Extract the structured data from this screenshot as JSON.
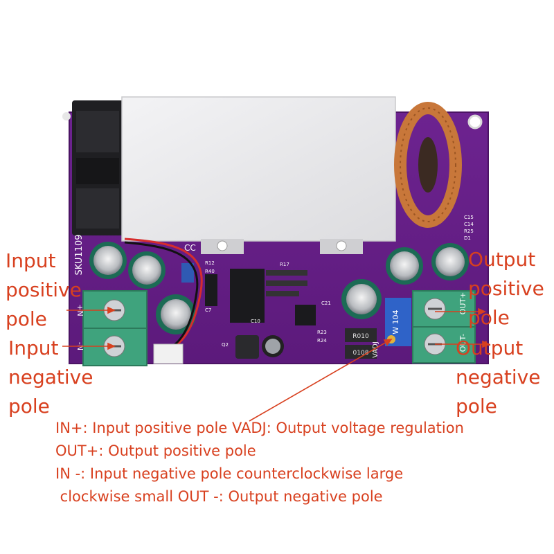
{
  "callouts": {
    "input_positive": [
      "Input",
      "positive",
      "pole"
    ],
    "input_negative": [
      "Input",
      "negative",
      "pole"
    ],
    "output_positive": [
      "Output",
      "positive",
      "pole"
    ],
    "output_negative": [
      "Output",
      "negative",
      "pole"
    ]
  },
  "legend": {
    "line1": "IN+: Input positive pole VADJ: Output voltage regulation",
    "line2": "OUT+: Output positive pole",
    "line3": "IN -: Input negative pole counterclockwise large",
    "line4": " clockwise small OUT -: Output negative pole"
  },
  "board": {
    "silkscreen_sku": "SKU1109",
    "silkscreen_cc": "CC",
    "terminal_in_plus": "+N",
    "terminal_in_minus": "-N",
    "terminal_out_plus": "OUT+",
    "terminal_out_minus": "OUT-",
    "vadj_label": "VADJ",
    "trimmer_code": "W 104",
    "resistor_1": "R010",
    "resistor_2": "0108",
    "small_labels": [
      "C15",
      "C14",
      "R25",
      "D1",
      "R12",
      "R40",
      "C7",
      "C10",
      "R23",
      "R24",
      "C21",
      "Q2",
      "R17"
    ]
  },
  "colors": {
    "annotation": "#d8401f",
    "pcb": "#6a1f8c",
    "terminal": "#3fa37d",
    "heatsink": "#e9e9eb",
    "copper": "#c8773a"
  }
}
